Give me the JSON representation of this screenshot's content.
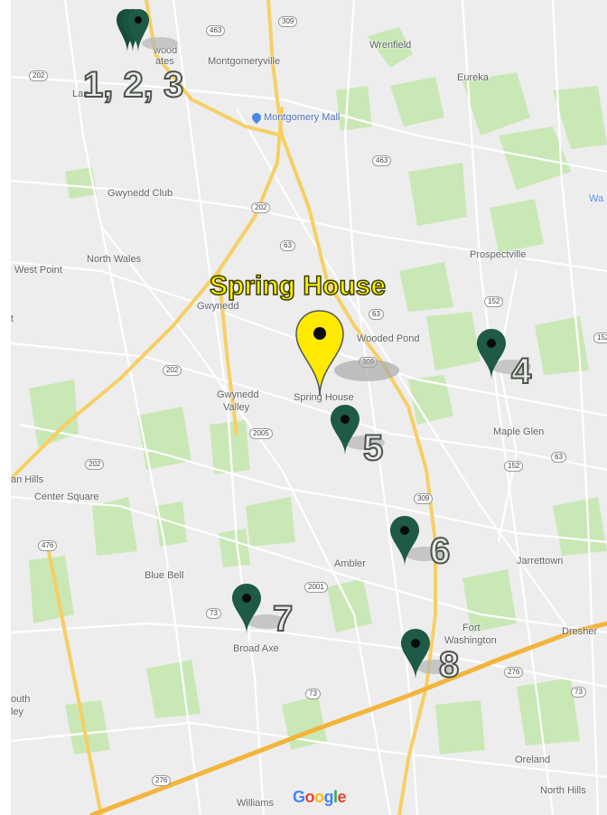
{
  "headline": "Spring House",
  "colors": {
    "pin": "#1e5a45",
    "highlight_pin": "#ffea00",
    "major_road": "#f6cf65",
    "land_green": "#c9e8b5",
    "base": "#ededed"
  },
  "highlight": {
    "name": "Spring House",
    "icon": "map-pin-icon"
  },
  "markers": [
    {
      "label": "1, 2, 3",
      "icon": "map-pin-icon"
    },
    {
      "label": "4",
      "icon": "map-pin-icon"
    },
    {
      "label": "5",
      "icon": "map-pin-icon"
    },
    {
      "label": "6",
      "icon": "map-pin-icon"
    },
    {
      "label": "7",
      "icon": "map-pin-icon"
    },
    {
      "label": "8",
      "icon": "map-pin-icon"
    }
  ],
  "places": {
    "montgomeryville": "Montgomeryville",
    "wrenfield": "Wrenfield",
    "eureka": "Eureka",
    "montgomery_mall": "Montgomery Mall",
    "gwynedd_club": "Gwynedd Club",
    "north_wales": "North Wales",
    "west_point": "West Point",
    "prospectville": "Prospectville",
    "gwynedd": "Gwynedd",
    "wooded_pond": "Wooded Pond",
    "spring_house": "Spring House",
    "gwynedd_valley_1": "Gwynedd",
    "gwynedd_valley_2": "Valley",
    "maple_glen": "Maple Glen",
    "center_square": "Center Square",
    "an_hills": "an Hills",
    "blue_bell": "Blue Bell",
    "ambler": "Ambler",
    "jarrettown": "Jarrettown",
    "fort_washington_1": "Fort",
    "fort_washington_2": "Washington",
    "broad_axe": "Broad Axe",
    "dresher": "Dresher",
    "outh": "outh",
    "ley": "ley",
    "oreland": "Oreland",
    "north_hills": "North Hills",
    "williams": "Williams",
    "wa": "Wa",
    "ct": "t",
    "lan": "Lan",
    "wood": "wood",
    "ates": "ates"
  },
  "shields": {
    "s463": "463",
    "s309a": "309",
    "s202": "202",
    "s63": "63",
    "s202b": "202",
    "s463b": "463",
    "s152": "152",
    "s63b": "63",
    "s309b": "309",
    "s2005": "2005",
    "s202c": "202",
    "s152b": "152",
    "s63c": "63",
    "s309c": "309",
    "s2001": "2001",
    "s73": "73",
    "s73b": "73",
    "s276": "276",
    "s476": "476",
    "s276b": "276",
    "s73c": "73",
    "s152c": "152",
    "s202d": "202"
  },
  "google": {
    "g1": "G",
    "g2": "o",
    "g3": "o",
    "g4": "g",
    "g5": "l",
    "g6": "e"
  }
}
